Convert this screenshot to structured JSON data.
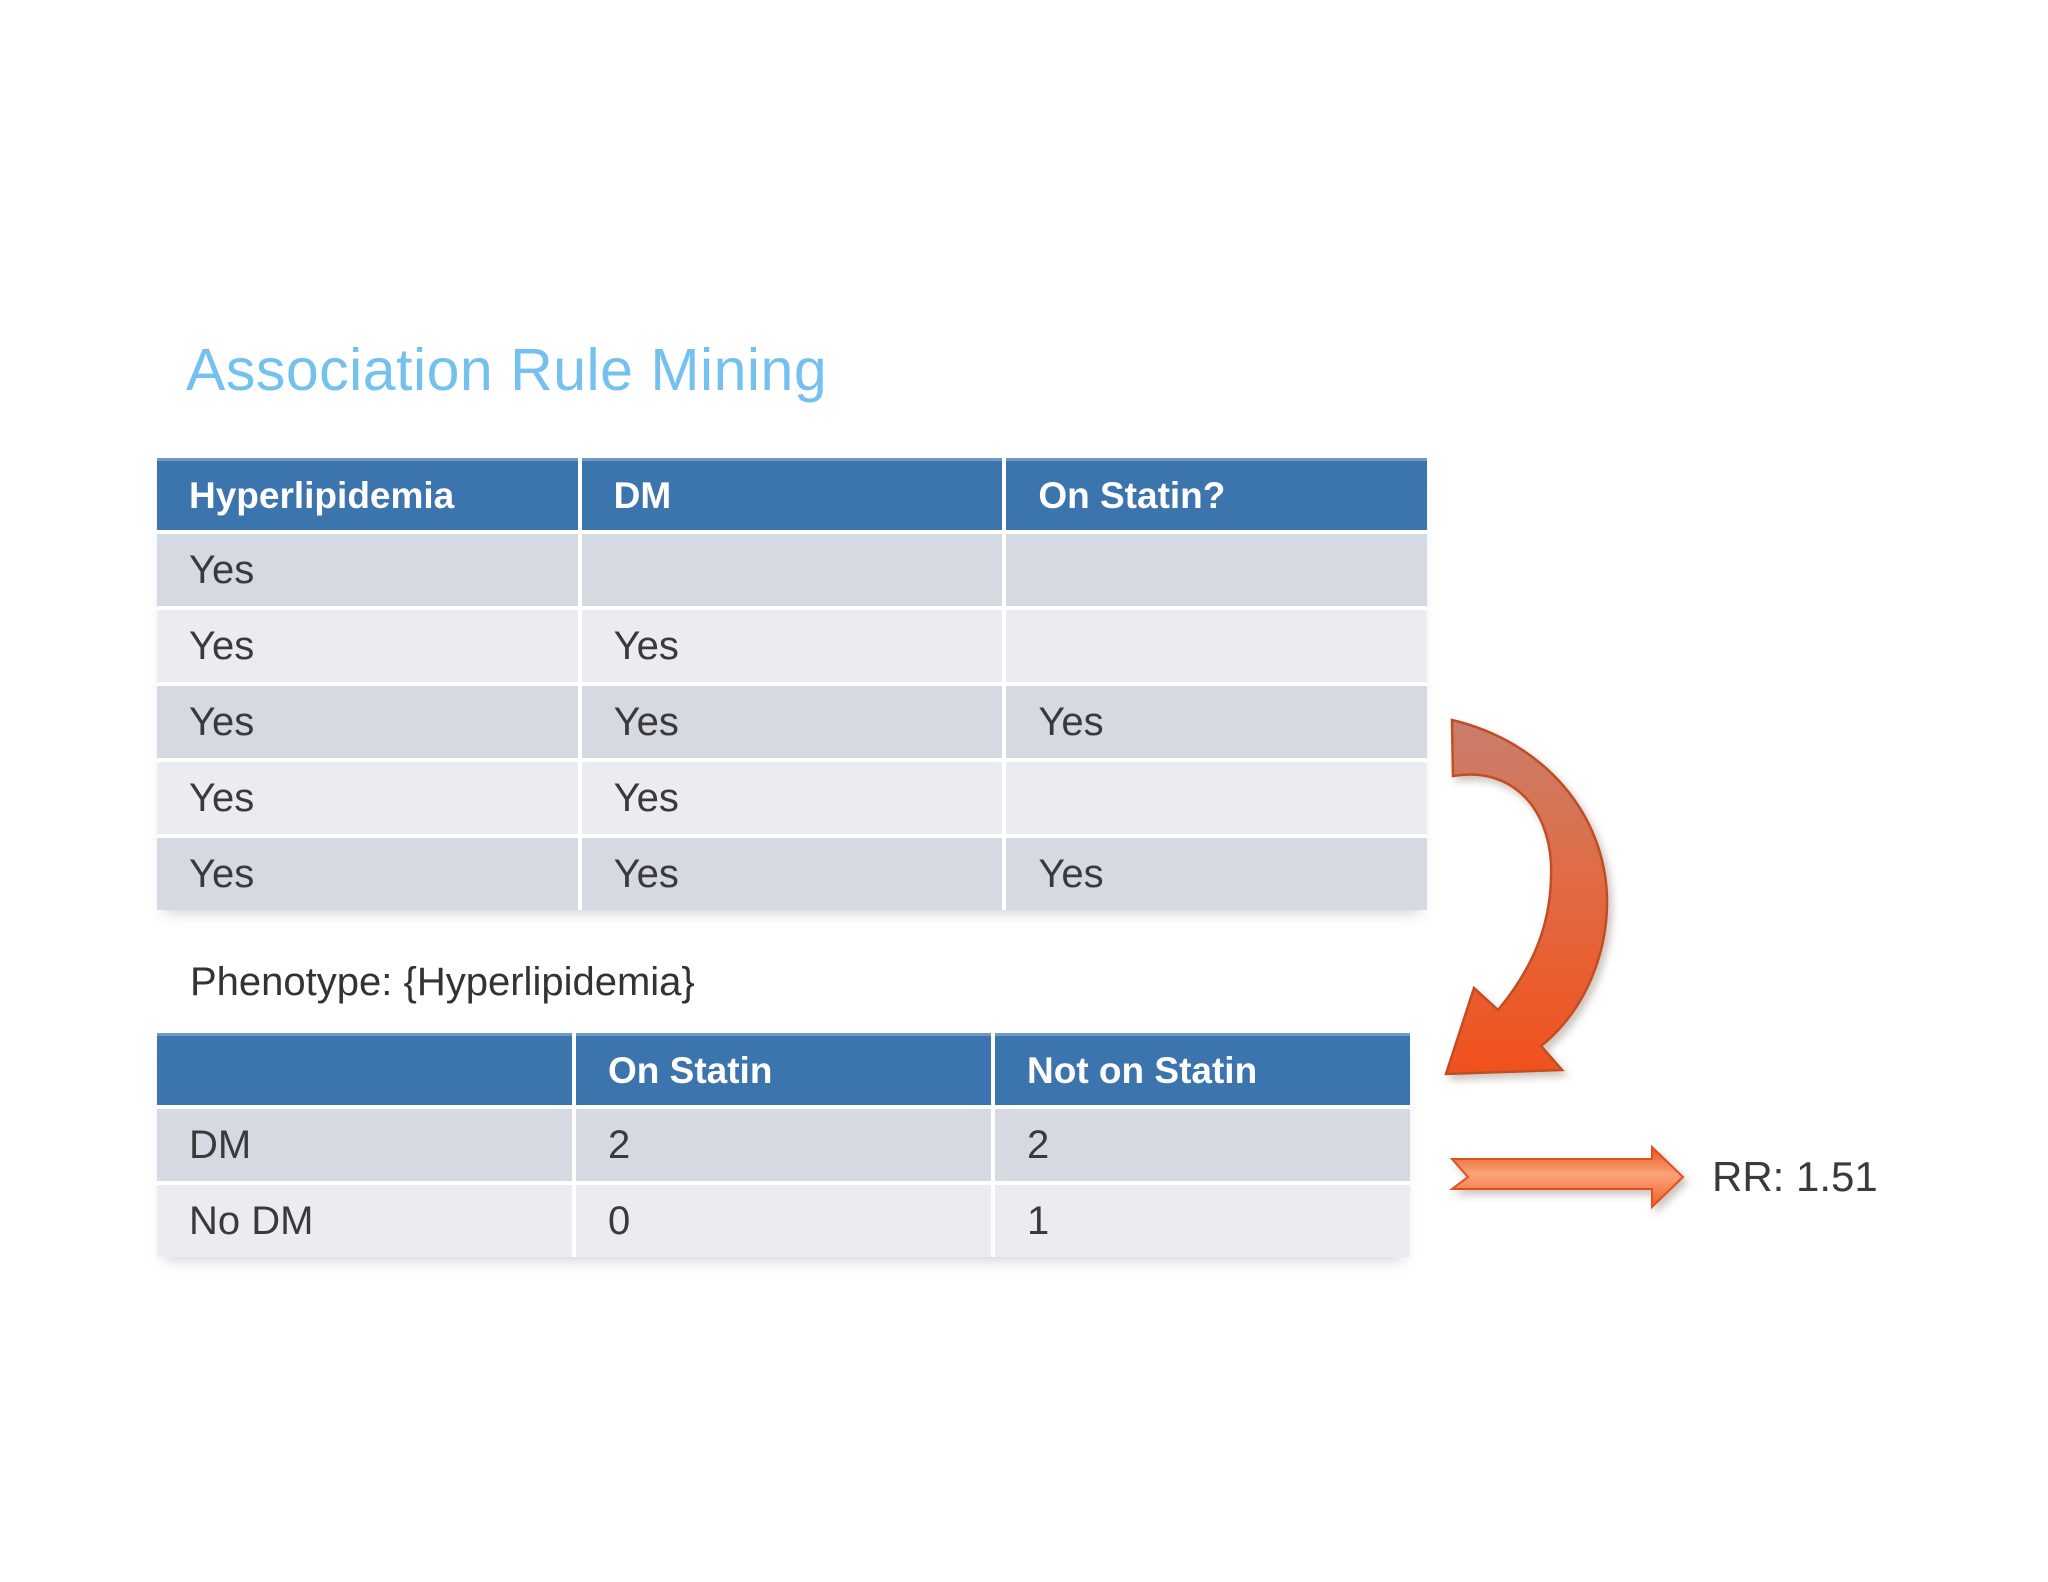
{
  "slide": {
    "title": "Association Rule Mining",
    "phenotype_label": "Phenotype: {Hyperlipidemia}",
    "rr_label": "RR: 1.51"
  },
  "patient_table": {
    "headers": [
      "Hyperlipidemia",
      "DM",
      "On Statin?"
    ],
    "rows": [
      [
        "Yes",
        "",
        ""
      ],
      [
        "Yes",
        "Yes",
        ""
      ],
      [
        "Yes",
        "Yes",
        "Yes"
      ],
      [
        "Yes",
        "Yes",
        ""
      ],
      [
        "Yes",
        "Yes",
        "Yes"
      ]
    ]
  },
  "contingency_table": {
    "headers": [
      "",
      "On Statin",
      "Not on Statin"
    ],
    "rows": [
      [
        "DM",
        "2",
        "2"
      ],
      [
        "No DM",
        "0",
        "1"
      ]
    ]
  },
  "icons": {
    "curved_arrow": "curved-arrow-down-left",
    "straight_arrow": "arrow-right"
  },
  "colors": {
    "title_blue": "#74c1ef",
    "header_blue": "#3c74ad",
    "row_dark": "#d5d9e2",
    "row_light": "#ebecf2",
    "arrow_orange": "#f1511c",
    "arrow_salmon": "#c97e6c",
    "text_dark": "#3a3a3c"
  }
}
